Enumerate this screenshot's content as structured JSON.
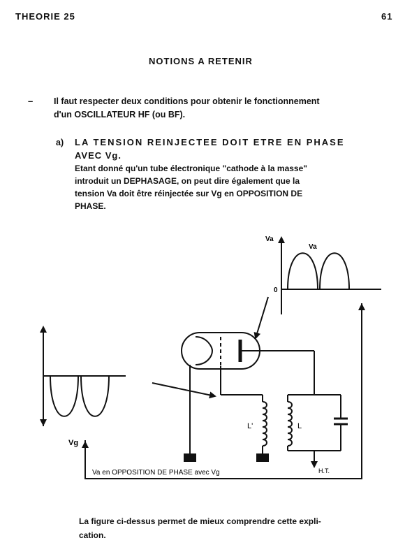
{
  "header": {
    "left": "THEORIE 25",
    "right": "61"
  },
  "section_title": "NOTIONS A RETENIR",
  "bullet": {
    "dash": "–",
    "line1": "Il faut respecter deux conditions pour obtenir le fonctionnement",
    "line2": "d'un OSCILLATEUR HF (ou BF)."
  },
  "point_a": {
    "marker": "a)",
    "title_line1": "LA TENSION REINJECTEE DOIT ETRE EN PHASE",
    "title_line2": "AVEC Vg.",
    "body_lines": [
      "Etant donné qu'un tube électronique \"cathode à la masse\"",
      "introduit un DEPHASAGE, on peut dire également que la",
      "tension Va doit être réinjectée sur Vg en OPPOSITION DE",
      "PHASE."
    ]
  },
  "figure": {
    "label_va_axis": "Va",
    "label_va_wave": "Va",
    "label_zero": "0",
    "label_vg": "Vg",
    "label_l_prime": "L'",
    "label_l": "L",
    "label_ht": "H.T.",
    "feedback_caption": "Va en OPPOSITION DE PHASE avec Vg"
  },
  "footer_lines": [
    "La figure ci-dessus permet de mieux comprendre cette expli-",
    "cation."
  ]
}
